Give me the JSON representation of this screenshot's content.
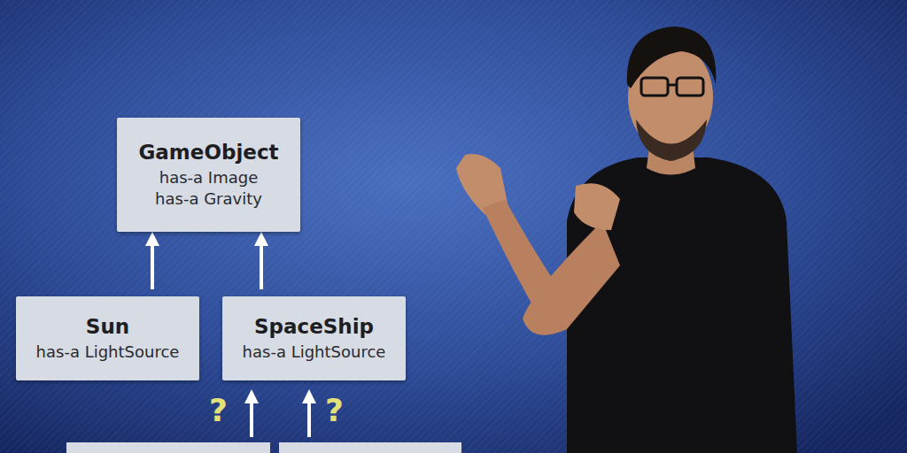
{
  "diagram": {
    "nodes": [
      {
        "text": [
          "GameObject",
          "has-a Image",
          "has-a Gravity"
        ]
      },
      {
        "text": [
          "Sun",
          "has-a LightSource"
        ]
      },
      {
        "text": [
          "SpaceShip",
          "has-a LightSource"
        ]
      }
    ],
    "edges": [
      {
        "from": 1,
        "to": 0,
        "arrow": "to"
      },
      {
        "from": 2,
        "to": 0,
        "arrow": "to"
      }
    ],
    "labels": [
      "?",
      "?"
    ]
  }
}
